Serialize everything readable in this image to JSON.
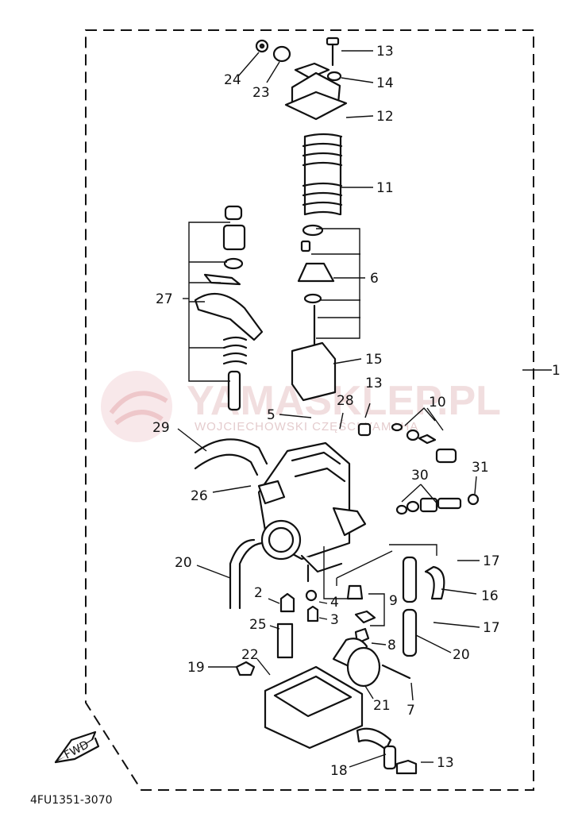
{
  "watermark": {
    "name": "YAMASKLEP.PL",
    "tagline": "WOJCIECHOWSKI  CZĘŚCI YAMAHA"
  },
  "diagram_code": "4FU1351-3070",
  "fwd_label": "FWD",
  "callouts": [
    "1",
    "2",
    "3",
    "4",
    "5",
    "6",
    "7",
    "8",
    "9",
    "10",
    "11",
    "12",
    "13",
    "13",
    "13",
    "14",
    "15",
    "16",
    "17",
    "17",
    "18",
    "19",
    "20",
    "20",
    "21",
    "22",
    "23",
    "24",
    "25",
    "26",
    "27",
    "28",
    "29",
    "30",
    "31"
  ],
  "colors": {
    "line": "#111111",
    "watermark": "#e8c9cb"
  }
}
